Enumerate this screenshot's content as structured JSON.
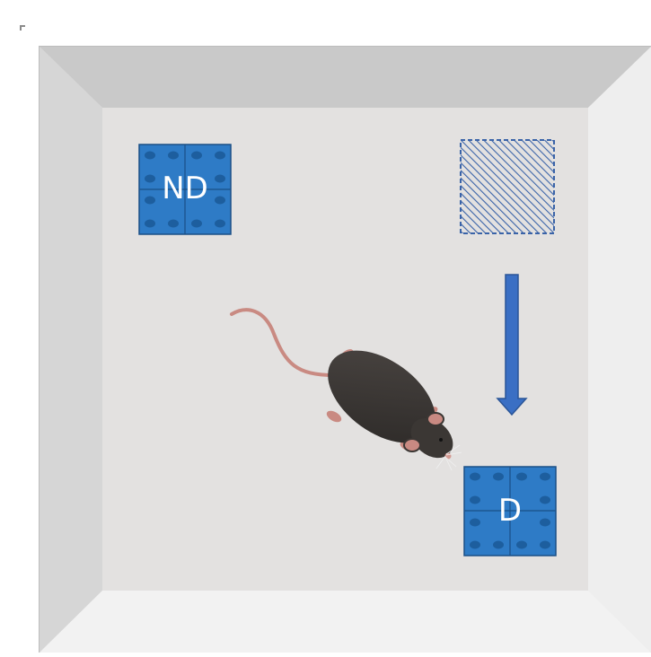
{
  "objects": {
    "non_displaced": {
      "label": "ND",
      "type": "lego-block"
    },
    "displaced": {
      "label": "D",
      "type": "lego-block"
    },
    "original_location": {
      "type": "hatched-outline"
    }
  },
  "arrow": {
    "meaning": "object-moved-down",
    "icon": "down-arrow-icon"
  },
  "animal": {
    "icon": "mouse-icon"
  },
  "colors": {
    "block_fill": "#2e7bc6",
    "block_stud": "#1d5e9e",
    "block_line": "#1a4f86",
    "arrow_fill": "#3a6fc4",
    "hatch": "#3a63a8",
    "arena_floor": "#e3e1e0",
    "arena_wall_top": "#c9c9c9",
    "arena_wall_left": "#d6d6d6",
    "arena_wall_right": "#eeeeee",
    "arena_wall_bottom": "#f2f2f2",
    "mouse_body": "#3b3734",
    "mouse_tail": "#c98a82"
  }
}
